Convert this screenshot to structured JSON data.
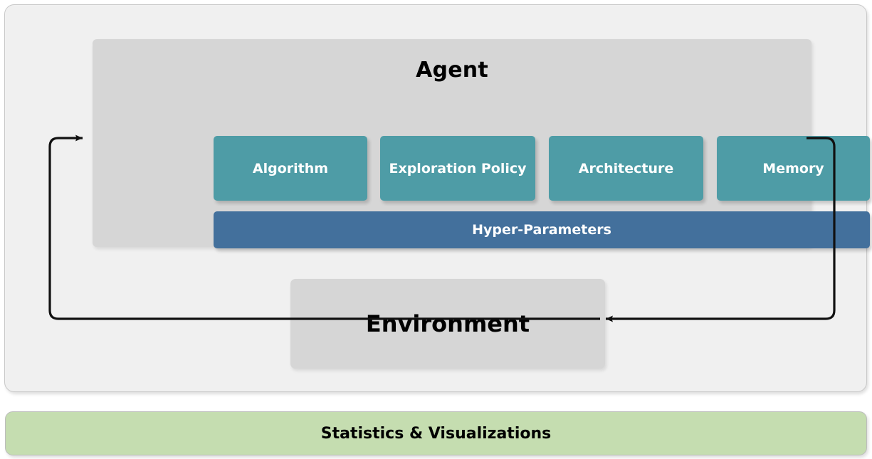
{
  "diagram": {
    "title_not_shown": "",
    "outer_panel": {
      "agent": {
        "title": "Agent",
        "components": [
          {
            "label": "Algorithm",
            "color": "#4e9ca6"
          },
          {
            "label": "Exploration Policy",
            "color": "#4e9ca6"
          },
          {
            "label": "Architecture",
            "color": "#4e9ca6"
          },
          {
            "label": "Memory",
            "color": "#4e9ca6"
          }
        ],
        "hyper_parameters": {
          "label": "Hyper-Parameters",
          "color": "#43709c"
        }
      },
      "environment": {
        "label": "Environment",
        "color": "#d6d6d6"
      },
      "connections": [
        {
          "name": "environment-to-agent",
          "direction": "right",
          "label": ""
        },
        {
          "name": "agent-to-environment",
          "direction": "left",
          "label": ""
        }
      ]
    },
    "stats_bar": {
      "label": "Statistics & Visualizations",
      "color": "#c5ddb0"
    }
  },
  "colors": {
    "page_background": "#ffffff",
    "panel_background": "#f0f0f0",
    "agent_background": "#d6d6d6",
    "component_teal": "#4e9ca6",
    "hyper_blue": "#43709c",
    "stats_green": "#c5ddb0",
    "arrow_stroke": "#111111",
    "text_dark": "#000000",
    "text_light": "#ffffff"
  }
}
